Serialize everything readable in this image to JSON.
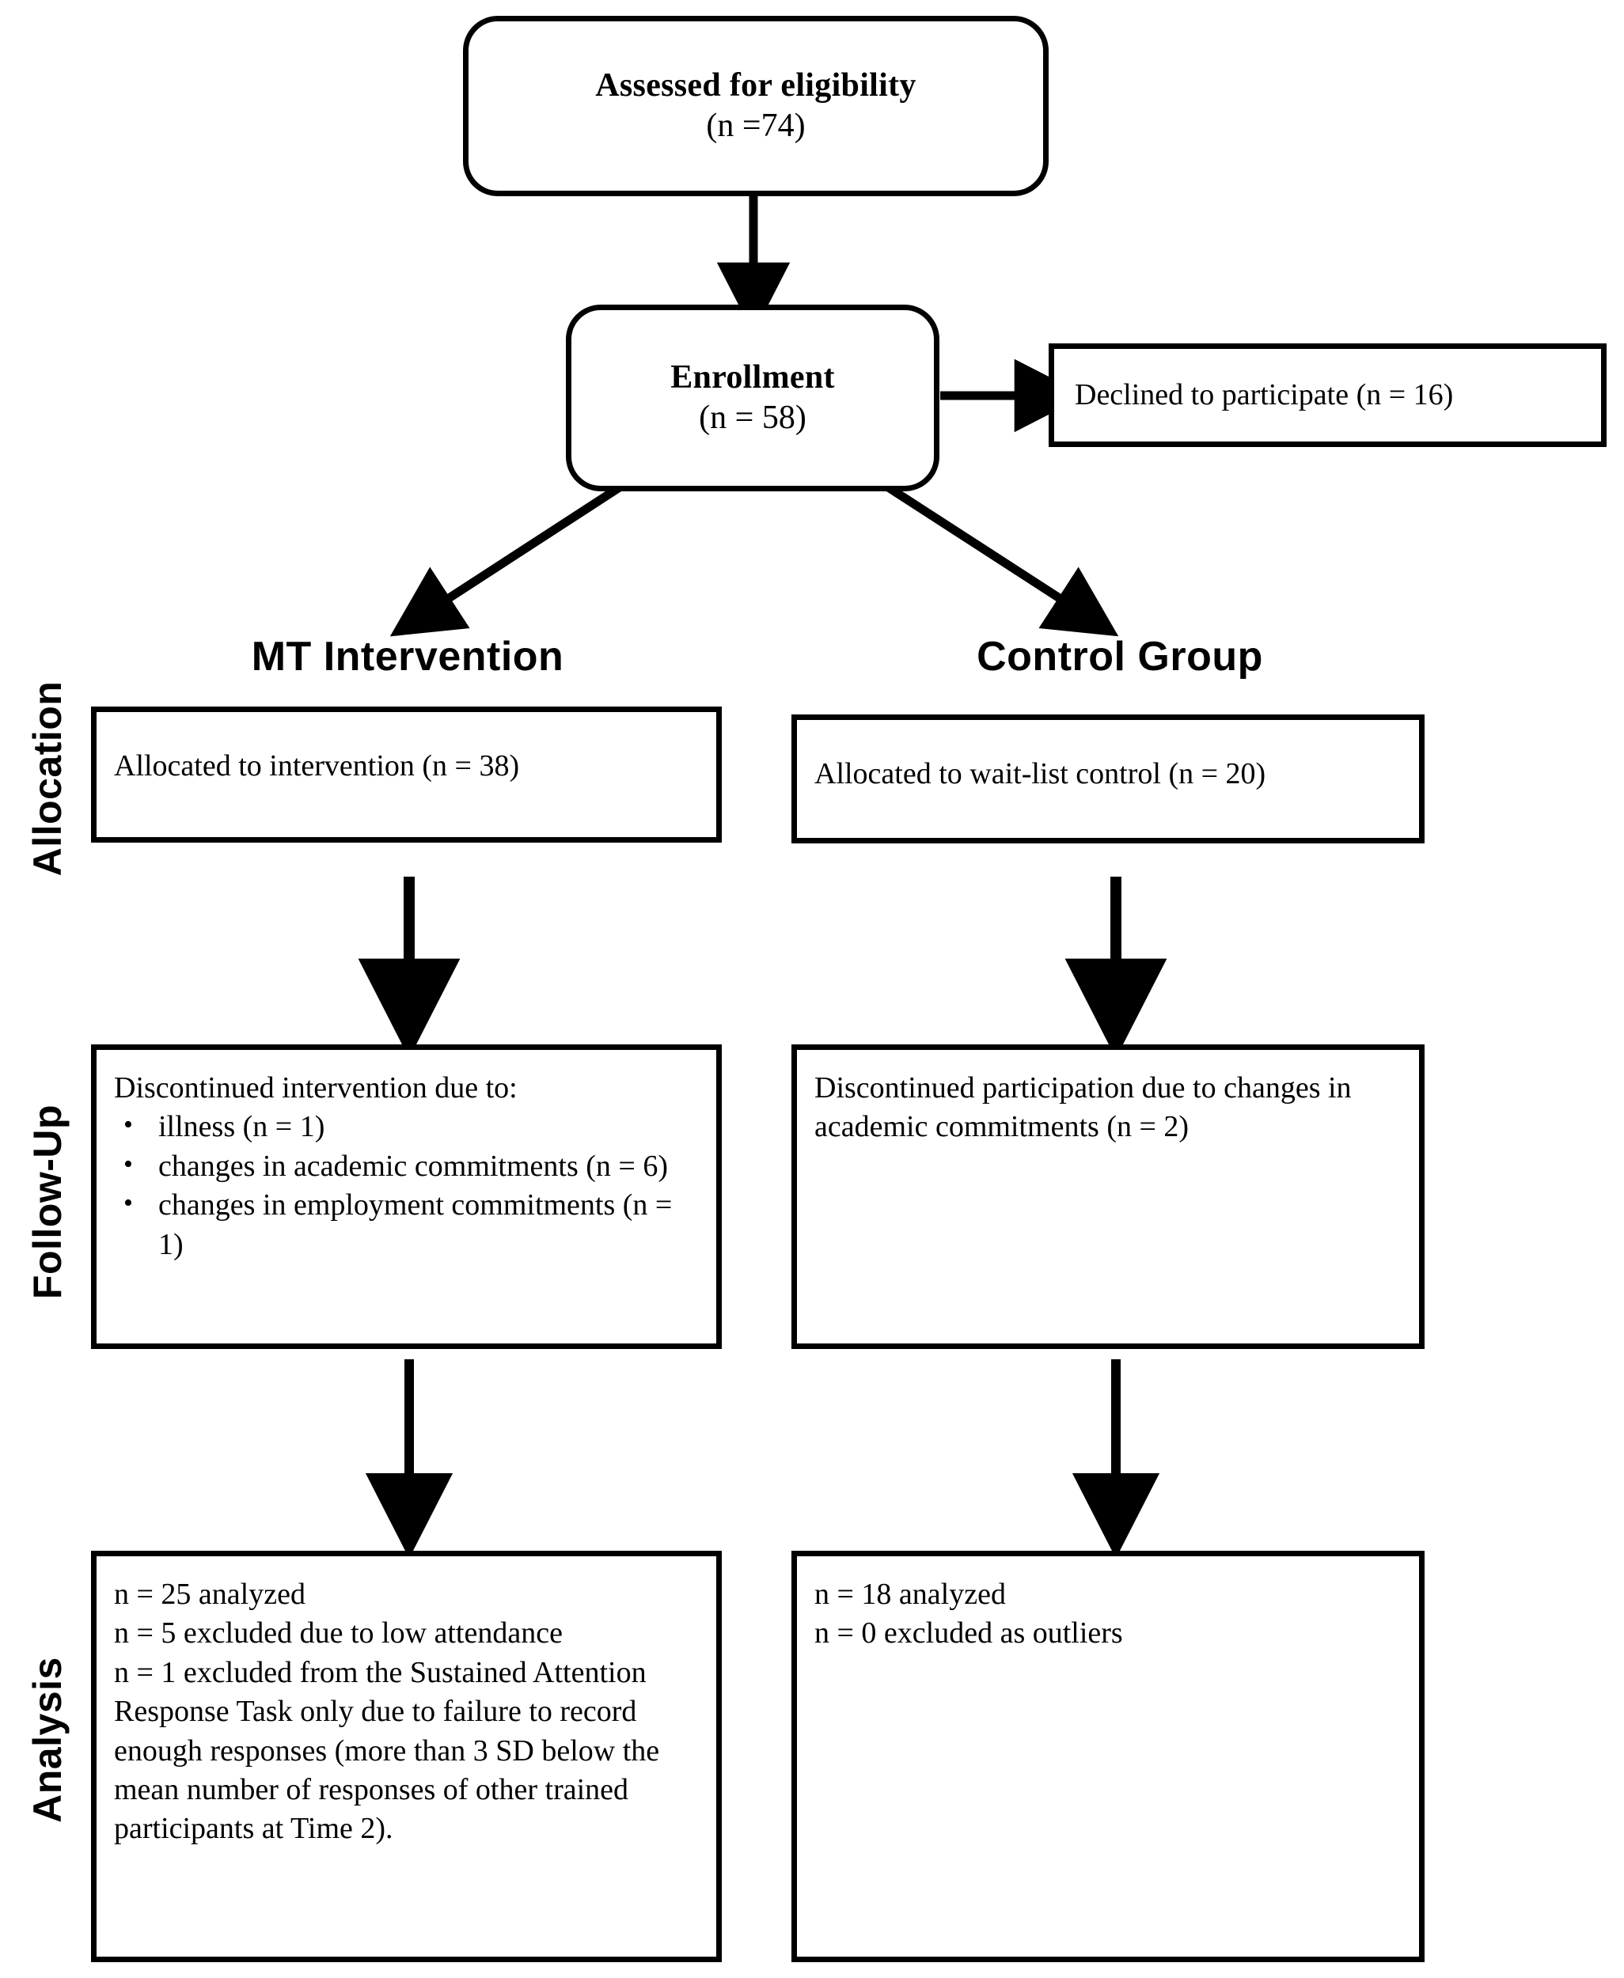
{
  "diagram": {
    "type": "consort-flow-diagram",
    "nodes": {
      "eligibility": {
        "title": "Assessed for eligibility",
        "count": "(n =74)"
      },
      "enrollment": {
        "title": "Enrollment",
        "count": "(n = 58)"
      },
      "declined": {
        "text": "Declined to participate  (n = 16)"
      },
      "allocation_left": {
        "text": "Allocated  to intervention  (n = 38)"
      },
      "allocation_right": {
        "text": "Allocated  to wait-list control  (n = 20)"
      },
      "followup_left": {
        "heading": "Discontinued intervention due to:",
        "items": [
          "illness  (n = 1)",
          "changes in academic commitments (n = 6)",
          "changes in employment commitments (n = 1)"
        ]
      },
      "followup_right": {
        "text": "Discontinued participation due to changes in academic commitments (n = 2)"
      },
      "analysis_left": {
        "lines": [
          "n = 25 analyzed",
          "n = 5 excluded due to low attendance",
          "n = 1 excluded from the Sustained Attention Response Task only due to failure to record enough responses (more than 3 SD below the mean number of responses of other trained participants at Time 2)."
        ]
      },
      "analysis_right": {
        "lines": [
          "n = 18 analyzed",
          "n =  0 excluded as outliers"
        ]
      }
    },
    "group_headings": {
      "left": "MT Intervention",
      "right": "Control Group"
    },
    "stage_labels": [
      "Allocation",
      "Follow-Up",
      "Analysis"
    ],
    "colors": {
      "stroke": "#000000",
      "fill": "#ffffff",
      "text": "#000000"
    }
  }
}
